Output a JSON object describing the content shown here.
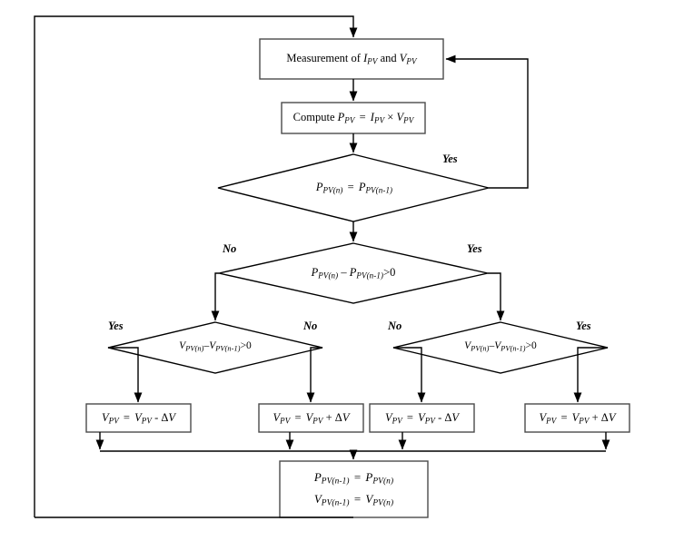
{
  "diagram": {
    "title": "Perturb and Observe MPPT algorithm flowchart",
    "type": "flowchart",
    "stroke_color": "#000000",
    "background_color": "#ffffff",
    "nodes": [
      {
        "id": "measure",
        "shape": "process",
        "text": "Measurement of I_PV and V_PV",
        "text_html": "Measurement of <i>I</i><sub>PV</sub> and <i>V</i><sub>PV</sub>"
      },
      {
        "id": "compute",
        "shape": "process",
        "text": "Compute P_PV = I_PV × V_PV",
        "text_html": "Compute <i>P</i><sub>PV</sub> = <i>I</i><sub>PV</sub> × <i>V</i><sub>PV</sub>"
      },
      {
        "id": "decision-power-equal",
        "shape": "decision",
        "text": "P_PV(n) = P_PV(n-1)",
        "text_html": "<i>P</i><sub>PV(n)</sub> = <i>P</i><sub>PV(n-1)</sub>"
      },
      {
        "id": "decision-power-delta",
        "shape": "decision",
        "text": "P_PV(n) - P_PV(n-1) > 0",
        "text_html": "<i>P</i><sub>PV(n)</sub> – <i>P</i><sub>PV(n-1)</sub>>0"
      },
      {
        "id": "decision-voltage-left",
        "shape": "decision",
        "text": "V_PV(n) - V_PV(n-1) > 0",
        "text_html": "<i>V</i><sub>PV(n)</sub>–<i>V</i><sub>PV(n-1)</sub>>0"
      },
      {
        "id": "decision-voltage-right",
        "shape": "decision",
        "text": "V_PV(n) - V_PV(n-1) > 0",
        "text_html": "<i>V</i><sub>PV(n)</sub>–<i>V</i><sub>PV(n-1)</sub>>0"
      },
      {
        "id": "action-1",
        "shape": "process",
        "text": "V_PV = V_PV - ΔV",
        "text_html": "<i>V</i><sub>PV</sub> = <i>V</i><sub>PV</sub> - Δ<i>V</i>"
      },
      {
        "id": "action-2",
        "shape": "process",
        "text": "V_PV = V_PV + ΔV",
        "text_html": "<i>V</i><sub>PV</sub> = <i>V</i><sub>PV</sub> + Δ<i>V</i>"
      },
      {
        "id": "action-3",
        "shape": "process",
        "text": "V_PV = V_PV - ΔV",
        "text_html": "<i>V</i><sub>PV</sub> = <i>V</i><sub>PV</sub> - Δ<i>V</i>"
      },
      {
        "id": "action-4",
        "shape": "process",
        "text": "V_PV = V_PV + ΔV",
        "text_html": "<i>V</i><sub>PV</sub> = <i>V</i><sub>PV</sub> + Δ<i>V</i>"
      },
      {
        "id": "update",
        "shape": "process",
        "text_line1": "P_PV(n-1) = P_PV(n)",
        "text_line1_html": "<i>P</i><sub>PV(n-1)</sub> = <i>P</i><sub>PV(n)</sub>",
        "text_line2": "V_PV(n-1) = V_PV(n)",
        "text_line2_html": "<i>V</i><sub>PV(n-1)</sub> = <i>V</i><sub>PV(n)</sub>"
      }
    ],
    "branch_labels": [
      {
        "id": "yes-power-equal",
        "text": "Yes"
      },
      {
        "id": "no-power-delta",
        "text": "No"
      },
      {
        "id": "yes-power-delta",
        "text": "Yes"
      },
      {
        "id": "yes-voltage-left",
        "text": "Yes"
      },
      {
        "id": "no-voltage-left",
        "text": "No"
      },
      {
        "id": "no-voltage-right",
        "text": "No"
      },
      {
        "id": "yes-voltage-right",
        "text": "Yes"
      }
    ]
  }
}
